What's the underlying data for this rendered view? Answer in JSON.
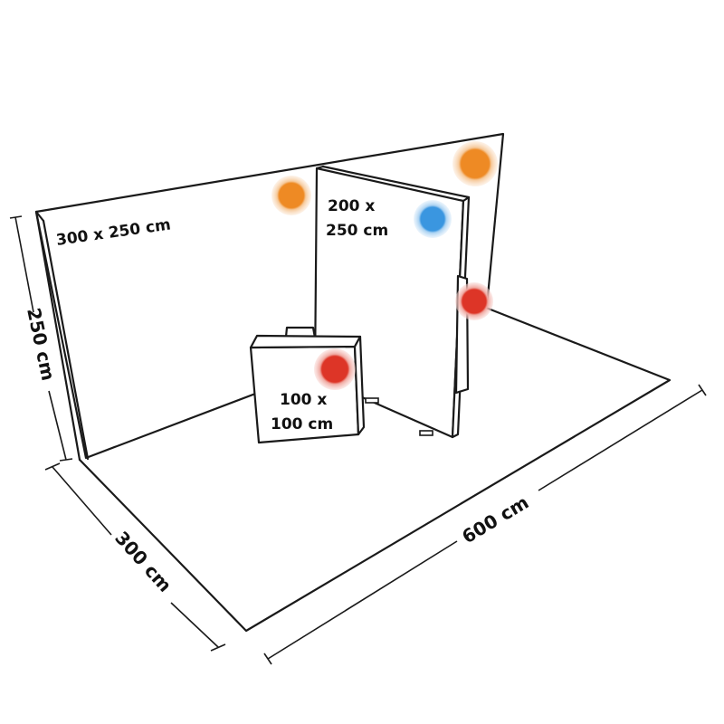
{
  "labels": {
    "back_wall": "300 x 250 cm",
    "side_wall_line1": "200 x",
    "side_wall_line2": "250 cm",
    "counter_line1": "100 x",
    "counter_line2": "100 cm"
  },
  "dimensions": {
    "height": "250 cm",
    "depth": "300 cm",
    "width": "600 cm"
  },
  "colors": {
    "orange": "#EE8A24",
    "blue": "#3A96E0",
    "red": "#DD3527",
    "line": "#1a1a1a"
  },
  "markers": [
    {
      "name": "light-orange-left",
      "color": "orange"
    },
    {
      "name": "light-orange-right",
      "color": "orange"
    },
    {
      "name": "light-blue",
      "color": "blue"
    },
    {
      "name": "light-red-wall",
      "color": "red"
    },
    {
      "name": "light-red-counter",
      "color": "red"
    }
  ]
}
